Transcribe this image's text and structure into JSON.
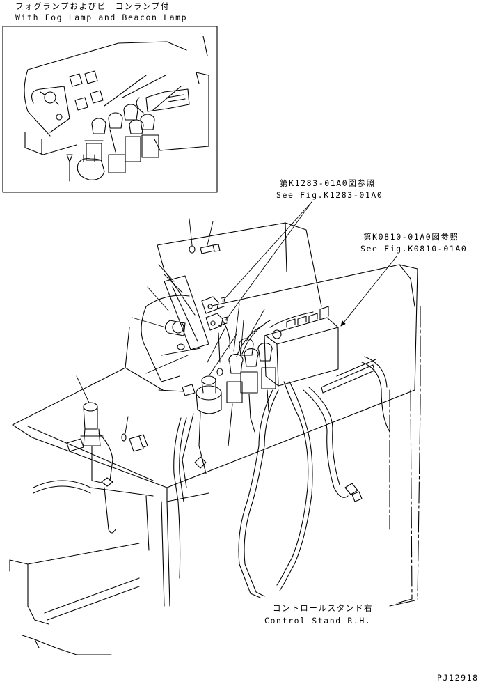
{
  "inset": {
    "title_jp": "フォグランプおよびビーコンランプ付",
    "title_en": "With Fog Lamp and Beacon Lamp"
  },
  "refs": [
    {
      "jp": "第K1283-01A0図参照",
      "en": "See Fig.K1283-01A0"
    },
    {
      "jp": "第K0810-01A0図参照",
      "en": "See Fig.K0810-01A0"
    }
  ],
  "stand": {
    "jp": "コントロールスタンド右",
    "en": "Control Stand R.H."
  },
  "drawing_code": "PJ12918"
}
